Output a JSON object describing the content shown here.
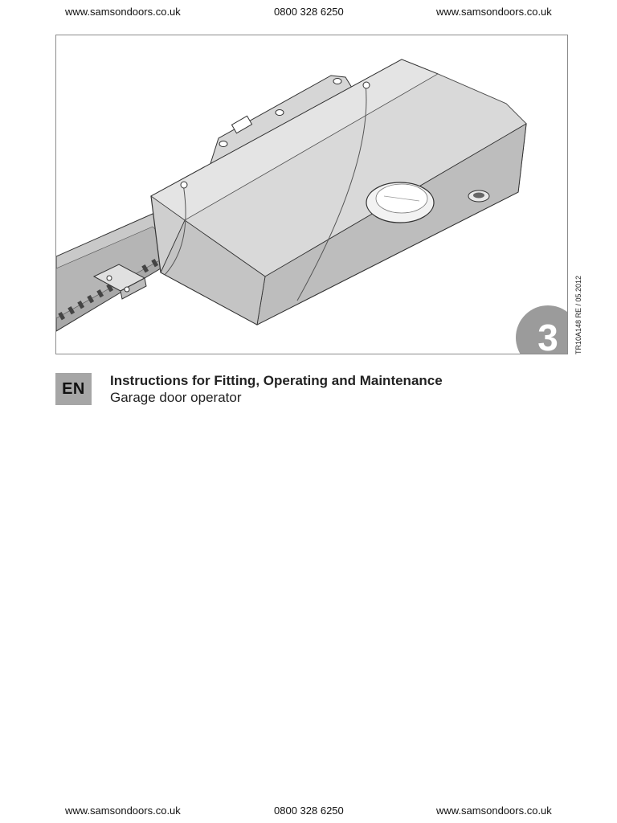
{
  "header": {
    "left_url": "www.samsondoors.co.uk",
    "phone": "0800 328 6250",
    "right_url": "www.samsondoors.co.uk"
  },
  "figure": {
    "badge_number": "3",
    "side_code": "TR10A148  RE / 05.2012"
  },
  "document": {
    "language_code": "EN",
    "title": "Instructions for Fitting, Operating and Maintenance",
    "subtitle": "Garage door operator"
  },
  "footer": {
    "left_url": "www.samsondoors.co.uk",
    "phone": "0800 328 6250",
    "right_url": "www.samsondoors.co.uk"
  },
  "colors": {
    "badge_gray": "#9b9b9b",
    "lang_box_gray": "#a6a6a6",
    "frame_border": "#8c8c8c"
  }
}
